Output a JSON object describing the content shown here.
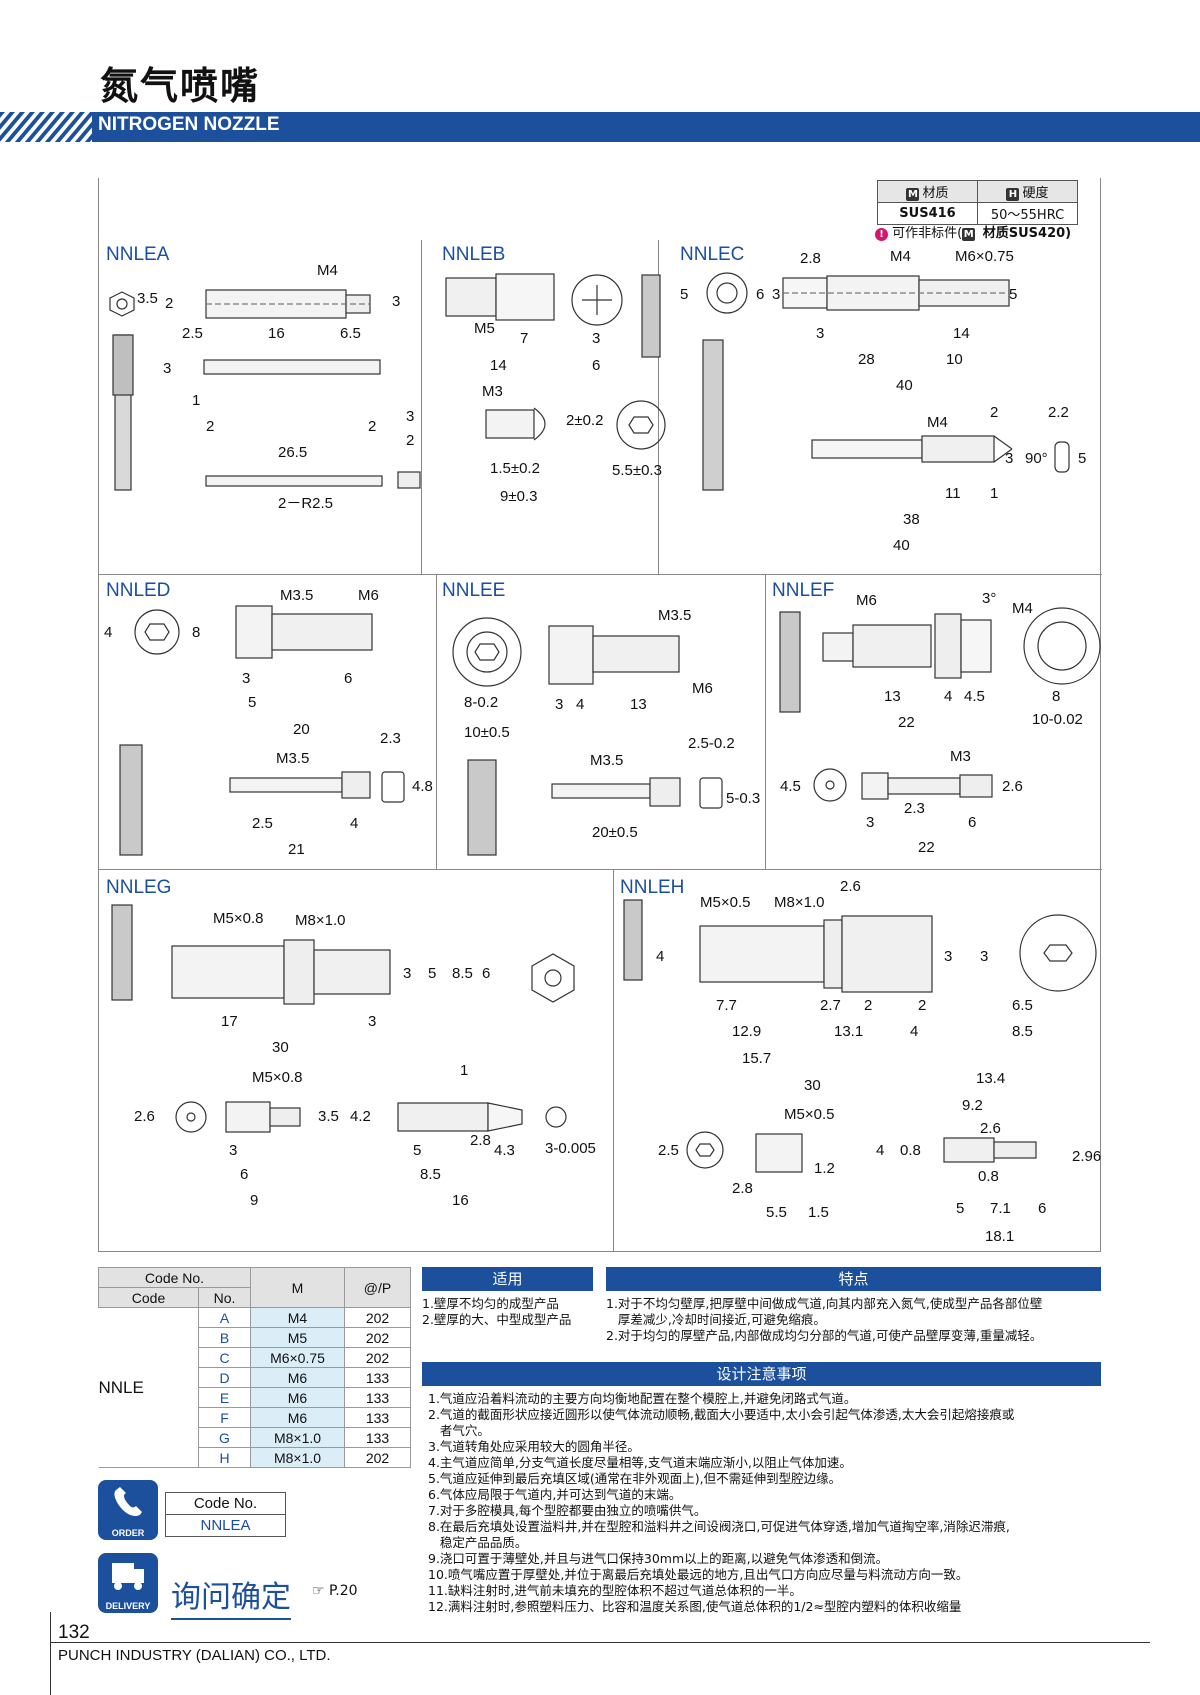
{
  "header": {
    "title_cn": "氮气喷嘴",
    "title_en": "NITROGEN NOZZLE"
  },
  "material": {
    "col1_head": "材质",
    "col2_head": "硬度",
    "col1_badge": "M",
    "col2_badge": "H",
    "material": "SUS416",
    "hardness": "50～55HRC",
    "note_prefix": "可作非标件(",
    "note_badge": "M",
    "note_suffix": " 材质SUS420)"
  },
  "sections": {
    "a": "NNLEA",
    "b": "NNLEB",
    "c": "NNLEC",
    "d": "NNLED",
    "e": "NNLEE",
    "f": "NNLEF",
    "g": "NNLEG",
    "h": "NNLEH"
  },
  "dims": {
    "a": [
      "3.5",
      "2",
      "M4",
      "3",
      "2.5",
      "16",
      "6.5",
      "3",
      "1",
      "2",
      "2",
      "3",
      "2",
      "26.5",
      "2－R2.5"
    ],
    "b": [
      "M5",
      "7",
      "14",
      "3",
      "6",
      "M3",
      "2±0.2",
      "1.5±0.2",
      "5.5±0.3",
      "9±0.3"
    ],
    "c": [
      "2.8",
      "M4",
      "M6×0.75",
      "5",
      "6",
      "3",
      "5",
      "3",
      "14",
      "28",
      "10",
      "40",
      "M4",
      "2",
      "2.2",
      "3",
      "90°",
      "5",
      "11",
      "1",
      "38",
      "40"
    ],
    "d": [
      "M3.5",
      "M6",
      "4",
      "8",
      "3",
      "6",
      "5",
      "20",
      "2.3",
      "M3.5",
      "4.8",
      "2.5",
      "4",
      "21"
    ],
    "e": [
      "M3.5",
      "M6",
      "8-0.2",
      "3",
      "4",
      "13",
      "10±0.5",
      "2.5-0.2",
      "M3.5",
      "5-0.3",
      "20±0.5"
    ],
    "f": [
      "M6",
      "3°",
      "M4",
      "13",
      "4",
      "4.5",
      "8",
      "22",
      "10-0.02",
      "M3",
      "4.5",
      "2.6",
      "2.3",
      "3",
      "6",
      "22"
    ],
    "g": [
      "M5×0.8",
      "M8×1.0",
      "3",
      "5",
      "8.5",
      "6",
      "17",
      "3",
      "30",
      "M5×0.8",
      "1",
      "2.6",
      "3.5",
      "4.2",
      "2.8",
      "4.3",
      "3-0.005",
      "3",
      "6",
      "9",
      "5",
      "8.5",
      "16"
    ],
    "h": [
      "M5×0.5",
      "M8×1.0",
      "2.6",
      "4",
      "3",
      "3",
      "7.7",
      "2.7",
      "2",
      "2",
      "6.5",
      "12.9",
      "13.1",
      "4",
      "8.5",
      "15.7",
      "30",
      "13.4",
      "M5×0.5",
      "9.2",
      "2.6",
      "2.5",
      "4",
      "0.8",
      "0.8",
      "2.96",
      "1.2",
      "2.8",
      "5.5",
      "1.5",
      "5",
      "7.1",
      "6",
      "18.1"
    ]
  },
  "code_table": {
    "head_codeno": "Code No.",
    "head_code": "Code",
    "head_no": "No.",
    "head_m": "M",
    "head_price": "@/P",
    "family": "NNLE",
    "rows": [
      {
        "no": "A",
        "m": "M4",
        "p": "202"
      },
      {
        "no": "B",
        "m": "M5",
        "p": "202"
      },
      {
        "no": "C",
        "m": "M6×0.75",
        "p": "202"
      },
      {
        "no": "D",
        "m": "M6",
        "p": "133"
      },
      {
        "no": "E",
        "m": "M6",
        "p": "133"
      },
      {
        "no": "F",
        "m": "M6",
        "p": "133"
      },
      {
        "no": "G",
        "m": "M8×1.0",
        "p": "133"
      },
      {
        "no": "H",
        "m": "M8×1.0",
        "p": "202"
      }
    ]
  },
  "usage": {
    "head": "适用",
    "items": [
      "1.壁厚不均匀的成型产品",
      "2.壁厚的大、中型成型产品"
    ]
  },
  "features": {
    "head": "特点",
    "items": [
      "1.对于不均匀壁厚,把厚壁中间做成气道,向其内部充入氮气,使成型产品各部位壁",
      "   厚差减少,冷却时间接近,可避免缩痕。",
      "2.对于均匀的厚壁产品,内部做成均匀分部的气道,可使产品壁厚变薄,重量减轻。"
    ]
  },
  "design": {
    "head": "设计注意事项",
    "items": [
      "1.气道应沿着料流动的主要方向均衡地配置在整个模腔上,并避免闭路式气道。",
      "2.气道的截面形状应接近圆形以使气体流动顺畅,截面大小要适中,太小会引起气体渗透,太大会引起熔接痕或",
      "   者气穴。",
      "3.气道转角处应采用较大的圆角半径。",
      "4.主气道应简单,分支气道长度尽量相等,支气道末端应渐小,以阻止气体加速。",
      "5.气道应延伸到最后充填区域(通常在非外观面上),但不需延伸到型腔边缘。",
      "6.气体应局限于气道内,并可达到气道的末端。",
      "7.对于多腔模具,每个型腔都要由独立的喷嘴供气。",
      "8.在最后充填处设置溢料井,并在型腔和溢料井之间设阀浇口,可促进气体穿透,增加气道掏空率,消除迟滞痕,",
      "   稳定产品品质。",
      "9.浇口可置于薄壁处,并且与进气口保持30mm以上的距离,以避免气体渗透和倒流。",
      "10.喷气嘴应置于厚壁处,并位于离最后充填处最远的地方,且出气口方向应尽量与料流动方向一致。",
      "11.缺料注射时,进气前未填充的型腔体积不超过气道总体积的一半。",
      "12.满料注射时,参照塑料压力、比容和温度关系图,使气道总体积的1/2≈型腔内塑料的体积收缩量"
    ]
  },
  "order": {
    "order_label": "ORDER",
    "delivery_label": "DELIVERY",
    "code_head": "Code No.",
    "code_value": "NNLEA",
    "inquiry": "询问确定",
    "page_ref": "P.20"
  },
  "footer": {
    "page": "132",
    "company": "PUNCH INDUSTRY (DALIAN) CO., LTD."
  },
  "colors": {
    "brand_blue": "#1c4f9c",
    "label_blue": "#1a4fa0",
    "table_cell_blue": "#dbeef8",
    "accent_magenta": "#d4166f"
  }
}
